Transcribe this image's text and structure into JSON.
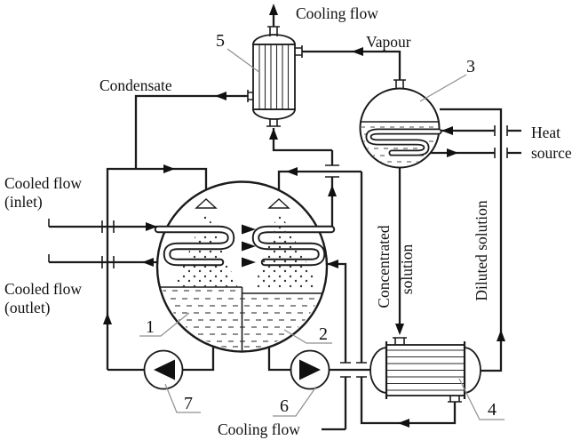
{
  "labels": {
    "cooling_flow_top": "Cooling flow",
    "vapour": "Vapour",
    "condensate": "Condensate",
    "cooled_flow_inlet_line1": "Cooled flow",
    "cooled_flow_inlet_line2": "(inlet)",
    "cooled_flow_outlet_line1": "Cooled flow",
    "cooled_flow_outlet_line2": "(outlet)",
    "heat_source_line1": "Heat",
    "heat_source_line2": "source",
    "concentrated_solution_line1": "Concentrated",
    "concentrated_solution_line2": "solution",
    "diluted_solution": "Diluted solution",
    "cooling_flow_bottom": "Cooling flow"
  },
  "components": {
    "evaporator_pool": {
      "number": "1"
    },
    "absorber_pool": {
      "number": "2"
    },
    "generator": {
      "number": "3"
    },
    "solution_heat_exchanger": {
      "number": "4"
    },
    "condenser": {
      "number": "5"
    },
    "solution_pump": {
      "number": "6"
    },
    "recirculation_pump": {
      "number": "7"
    }
  },
  "colors": {
    "line": "#1b1b1b",
    "leader": "#8f8f8f",
    "background": "#ffffff"
  }
}
